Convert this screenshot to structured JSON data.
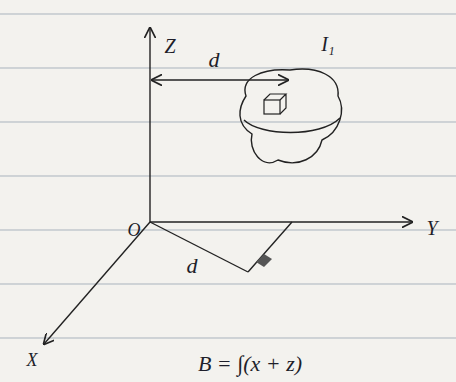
{
  "diagram": {
    "labels": [
      "Z",
      "d",
      "I₁",
      "Y",
      "O",
      "d",
      "X",
      "B = ∫(x + z)"
    ]
  }
}
